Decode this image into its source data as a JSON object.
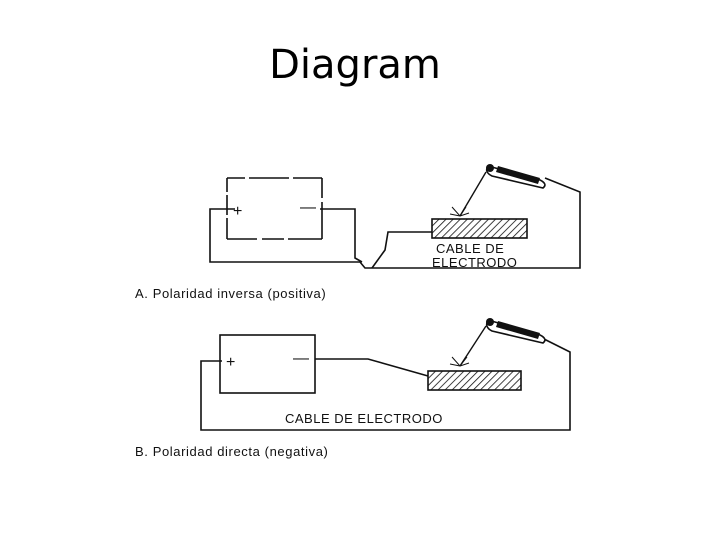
{
  "title": "Diagram",
  "diagram_a": {
    "plus_sign": "+",
    "minus_sign": "—",
    "label_line1": "CABLE DE",
    "label_line2": "ELECTRODO",
    "caption": "A. Polaridad inversa (positiva)"
  },
  "diagram_b": {
    "plus_sign": "+",
    "minus_sign": "—",
    "label": "CABLE DE ELECTRODO",
    "caption": "B. Polaridad directa (negativa)"
  }
}
